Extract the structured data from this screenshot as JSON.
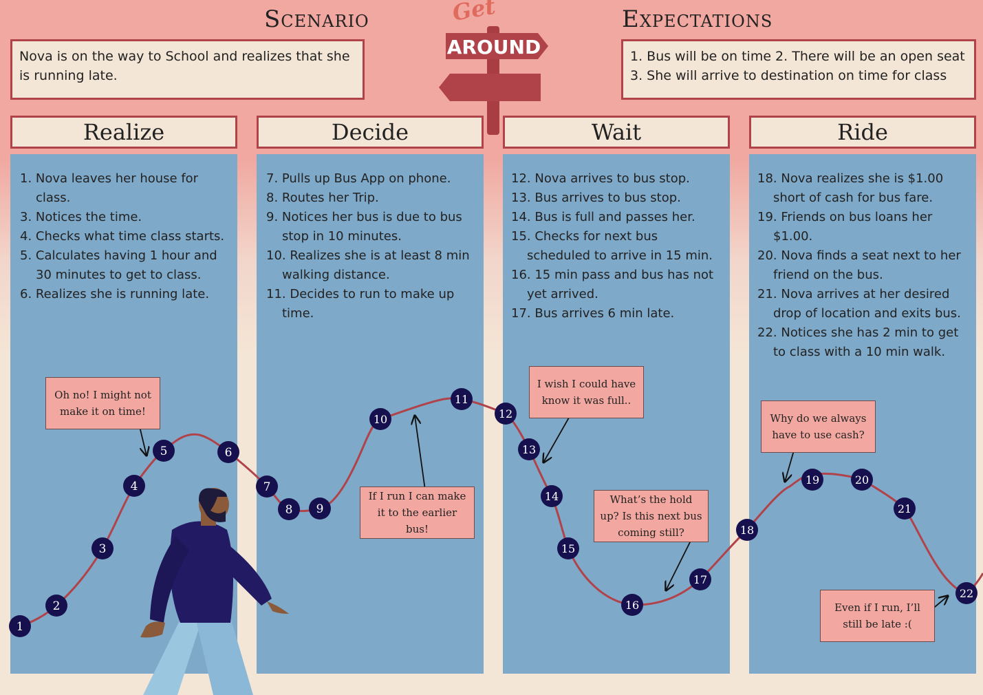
{
  "scenario": {
    "title": "Scenario",
    "text": "Nova is on the way to School and realizes that she is running late."
  },
  "logo": {
    "get": "Get",
    "around": "AROUND"
  },
  "expectations": {
    "title": "Expectations",
    "line1": "1. Bus will be on time  2. There will be an open seat",
    "line2": "3. She will arrive to destination on time for class"
  },
  "phases": [
    {
      "name": "Realize",
      "steps": [
        "1.  Nova leaves her house for class.",
        "3.  Notices the time.",
        "4.  Checks what time class starts.",
        "5.  Calculates having 1 hour and 30 minutes to get to class.",
        "6.  Realizes she is running late."
      ]
    },
    {
      "name": "Decide",
      "steps": [
        "7.  Pulls up Bus App on phone.",
        "8.  Routes her Trip.",
        "9.  Notices her bus is due to bus stop in 10 minutes.",
        "10. Realizes she is at least 8 min walking distance.",
        "11. Decides to run to make up time."
      ]
    },
    {
      "name": "Wait",
      "steps": [
        "12. Nova arrives to bus stop.",
        "13. Bus arrives to bus stop.",
        "14. Bus is full and passes her.",
        "15. Checks for next bus scheduled to arrive in 15 min.",
        "16. 15 min pass and bus has not yet arrived.",
        "17. Bus arrives 6 min late."
      ]
    },
    {
      "name": "Ride",
      "steps": [
        "18. Nova realizes she is $1.00 short of cash for bus fare.",
        "19. Friends on bus loans her $1.00.",
        "20. Nova finds a seat next to her friend on the bus.",
        "21. Nova arrives at her desired drop of location and exits bus.",
        "22. Notices she has 2 min to get to class with a 10 min walk."
      ]
    }
  ],
  "bubbles": [
    "Oh no! I might not make it on time!",
    "If I run I can make it to the earlier bus!",
    "I wish I could have know it was full..",
    "What’s the hold up? Is this next bus coming still?",
    "Why do we always have to use cash?",
    "Even if I run, I’ll still be late :("
  ],
  "points": [
    "1",
    "2",
    "3",
    "4",
    "5",
    "6",
    "7",
    "8",
    "9",
    "10",
    "11",
    "12",
    "13",
    "14",
    "15",
    "16",
    "17",
    "18",
    "19",
    "20",
    "21",
    "22"
  ],
  "colors": {
    "curve": "#b0434a",
    "node": "#16104f",
    "column": "#7fa9c9",
    "border": "#b0434a"
  }
}
